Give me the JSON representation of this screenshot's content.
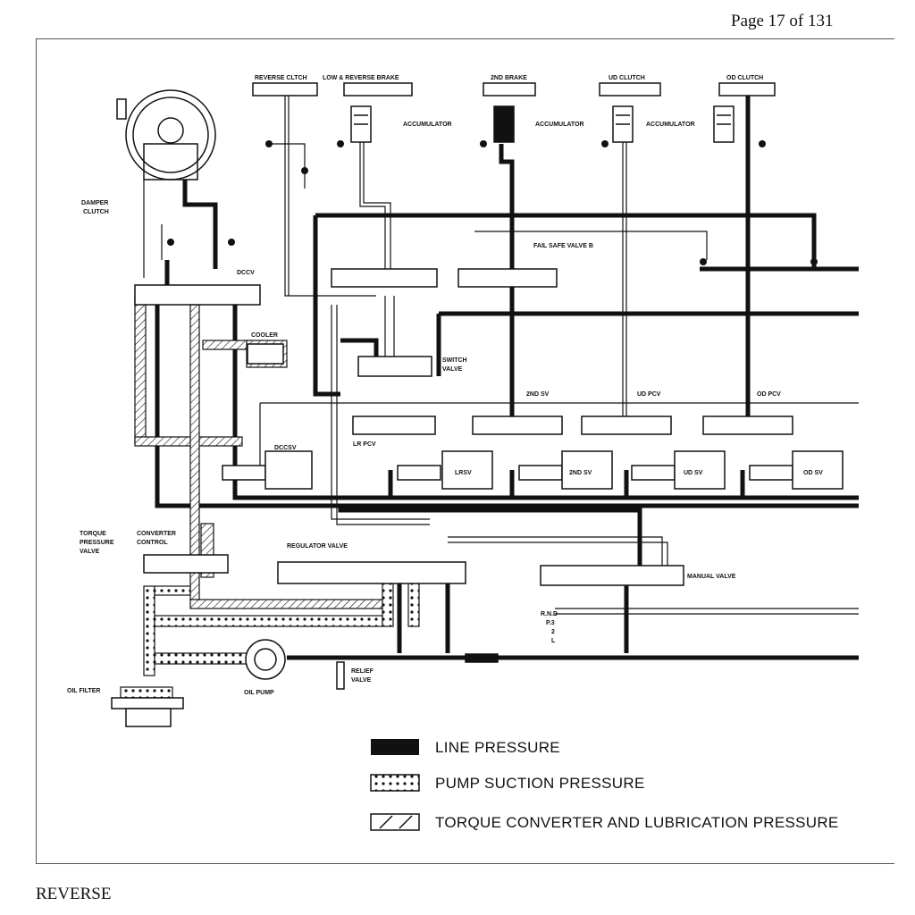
{
  "page": {
    "number_text": "Page 17 of 131",
    "caption": "REVERSE"
  },
  "diagram": {
    "top_labels": {
      "reverse_clutch": "REVERSE CLTCH",
      "low_reverse_brake": "LOW & REVERSE BRAKE",
      "second_brake": "2ND BRAKE",
      "ud_clutch": "UD CLUTCH",
      "od_clutch": "OD CLUTCH"
    },
    "accumulator": "ACCUMULATOR",
    "labels": {
      "damper_clutch": [
        "DAMPER",
        "CLUTCH"
      ],
      "dccv": "DCCV",
      "cooler": "COOLER",
      "fail_safe_valve_b": "FAIL SAFE VALVE B",
      "switch_valve": [
        "SWITCH",
        "VALVE"
      ],
      "second_sv_top": "2ND SV",
      "ud_pcv": "UD PCV",
      "od_pcv": "OD PCV",
      "lr_pcv": "LR PCV",
      "dccsv": "DCCSV",
      "lrsv": "LRSV",
      "second_sv": "2ND SV",
      "ud_sv": "UD SV",
      "od_sv": "OD SV",
      "torque_pressure_valve": [
        "TORQUE",
        "PRESSURE",
        "VALVE"
      ],
      "converter_control": [
        "CONVERTER",
        "CONTROL"
      ],
      "regulator_valve": "REGULATOR VALVE",
      "manual_valve": "MANUAL VALVE",
      "shift_positions": [
        "R.N.D",
        "P.3",
        "2",
        "L"
      ],
      "oil_filter": "OIL FILTER",
      "oil_pump": "OIL PUMP",
      "relief_valve": [
        "RELIEF",
        "VALVE"
      ]
    }
  },
  "legend": [
    {
      "key": "line",
      "label": "LINE PRESSURE"
    },
    {
      "key": "suction",
      "label": "PUMP SUCTION PRESSURE"
    },
    {
      "key": "torque",
      "label": "TORQUE CONVERTER AND LUBRICATION PRESSURE"
    }
  ]
}
